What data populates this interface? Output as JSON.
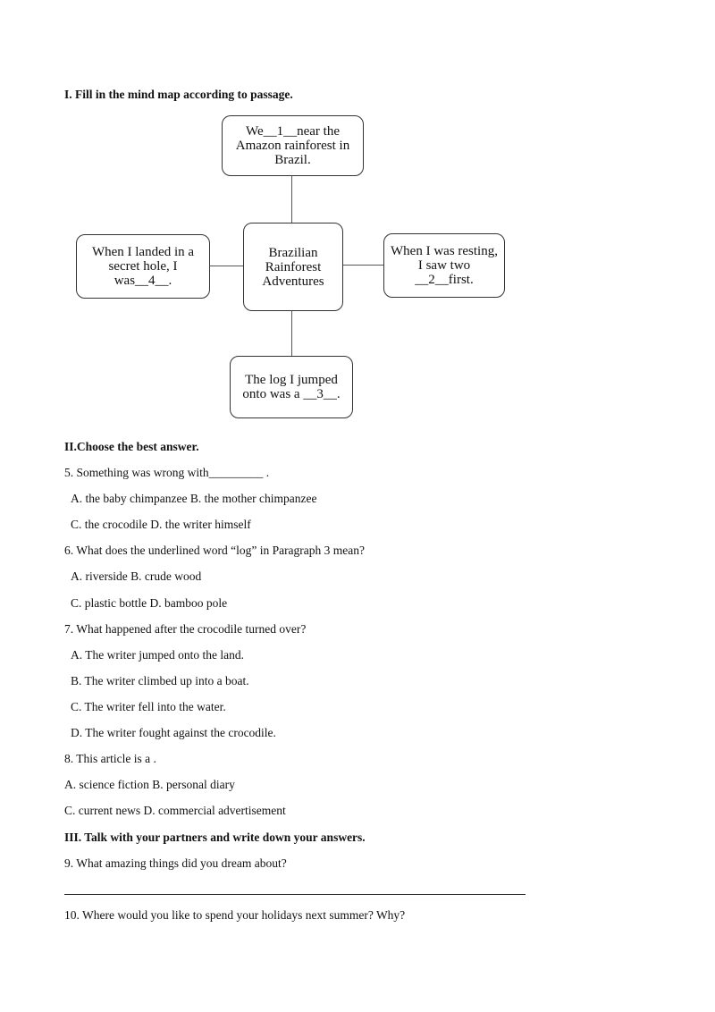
{
  "section1": {
    "title": "I. Fill in the mind map according to passage.",
    "center": "Brazilian Rainforest Adventures",
    "top": "We__1__near the Amazon rainforest in Brazil.",
    "left": "When I landed in a secret hole, I was__4__.",
    "right": "When I was resting, I saw two __2__first.",
    "bottom": "The log I jumped onto was a __3__."
  },
  "section2": {
    "title": "II.Choose the best answer.",
    "q5": "5. Something was wrong with_________ .",
    "q5_ab": "A. the baby chimpanzee B. the mother chimpanzee",
    "q5_cd": "C. the crocodile D. the writer himself",
    "q6": "6. What does the underlined word “log” in Paragraph 3 mean?",
    "q6_ab": "A. riverside B. crude wood",
    "q6_cd": "C. plastic bottle D. bamboo pole",
    "q7": "7. What happened after the crocodile turned over?",
    "q7_a": "A. The writer jumped onto the land.",
    "q7_b": "B. The writer climbed up into a boat.",
    "q7_c": "C. The writer fell into the water.",
    "q7_d": "D. The writer fought against the crocodile.",
    "q8": "8. This article is a  .",
    "q8_ab": "A. science fiction B. personal diary",
    "q8_cd": "C. current news D. commercial advertisement"
  },
  "section3": {
    "title": "III. Talk with your partners and write down your answers.",
    "q9": "9. What amazing things did you dream about?",
    "q10": "10. Where would you like to spend your holidays next summer? Why?"
  }
}
